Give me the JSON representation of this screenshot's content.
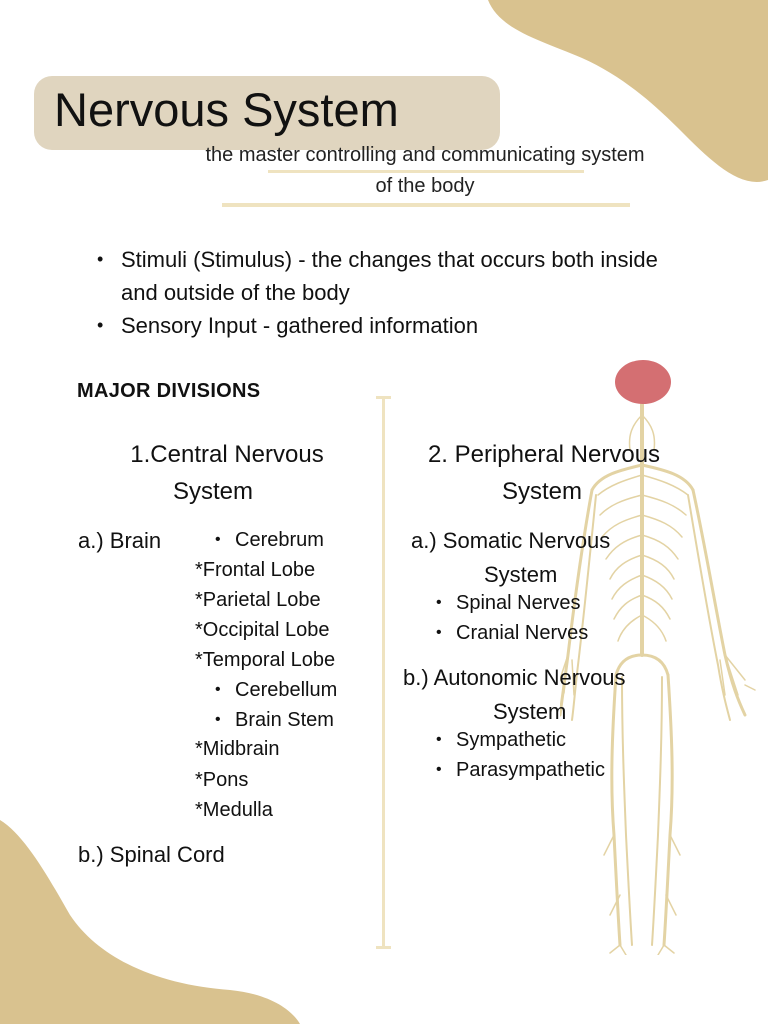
{
  "title": "Nervous System",
  "subtitle": "the master controlling and communicating system of the body",
  "bullets": [
    "Stimuli (Stimulus) - the changes that occurs both inside and outside of the body",
    "Sensory Input -  gathered information"
  ],
  "major_divisions": "MAJOR DIVISIONS",
  "cns": {
    "heading_line1": "1.Central  Nervous",
    "heading_line2": "System",
    "brain_label": "a.) Brain",
    "brain_items": {
      "cerebrum": "Cerebrum",
      "frontal": "*Frontal Lobe",
      "parietal": "*Parietal Lobe",
      "occipital": "*Occipital Lobe",
      "temporal": "*Temporal Lobe",
      "cerebellum": "Cerebellum",
      "brain_stem": "Brain Stem",
      "midbrain": "*Midbrain",
      "pons": "*Pons",
      "medulla": "*Medulla"
    },
    "spinal_cord": "b.) Spinal Cord"
  },
  "pns": {
    "heading_line1": "2. Peripheral Nervous",
    "heading_line2": "System",
    "somatic_line1": "a.) Somatic Nervous",
    "somatic_line2": "System",
    "somatic_items": [
      "Spinal Nerves",
      "Cranial Nerves"
    ],
    "autonomic_line1": "b.) Autonomic Nervous",
    "autonomic_line2": "System",
    "autonomic_items": [
      "Sympathetic",
      "Parasympathetic"
    ]
  },
  "colors": {
    "beige": "#d9c28f",
    "title_box": "#e0d5bf",
    "nerve": "#e3d3a4",
    "brain": "#d46f72"
  },
  "icons": {
    "figure": "nervous-system-body-illustration"
  }
}
